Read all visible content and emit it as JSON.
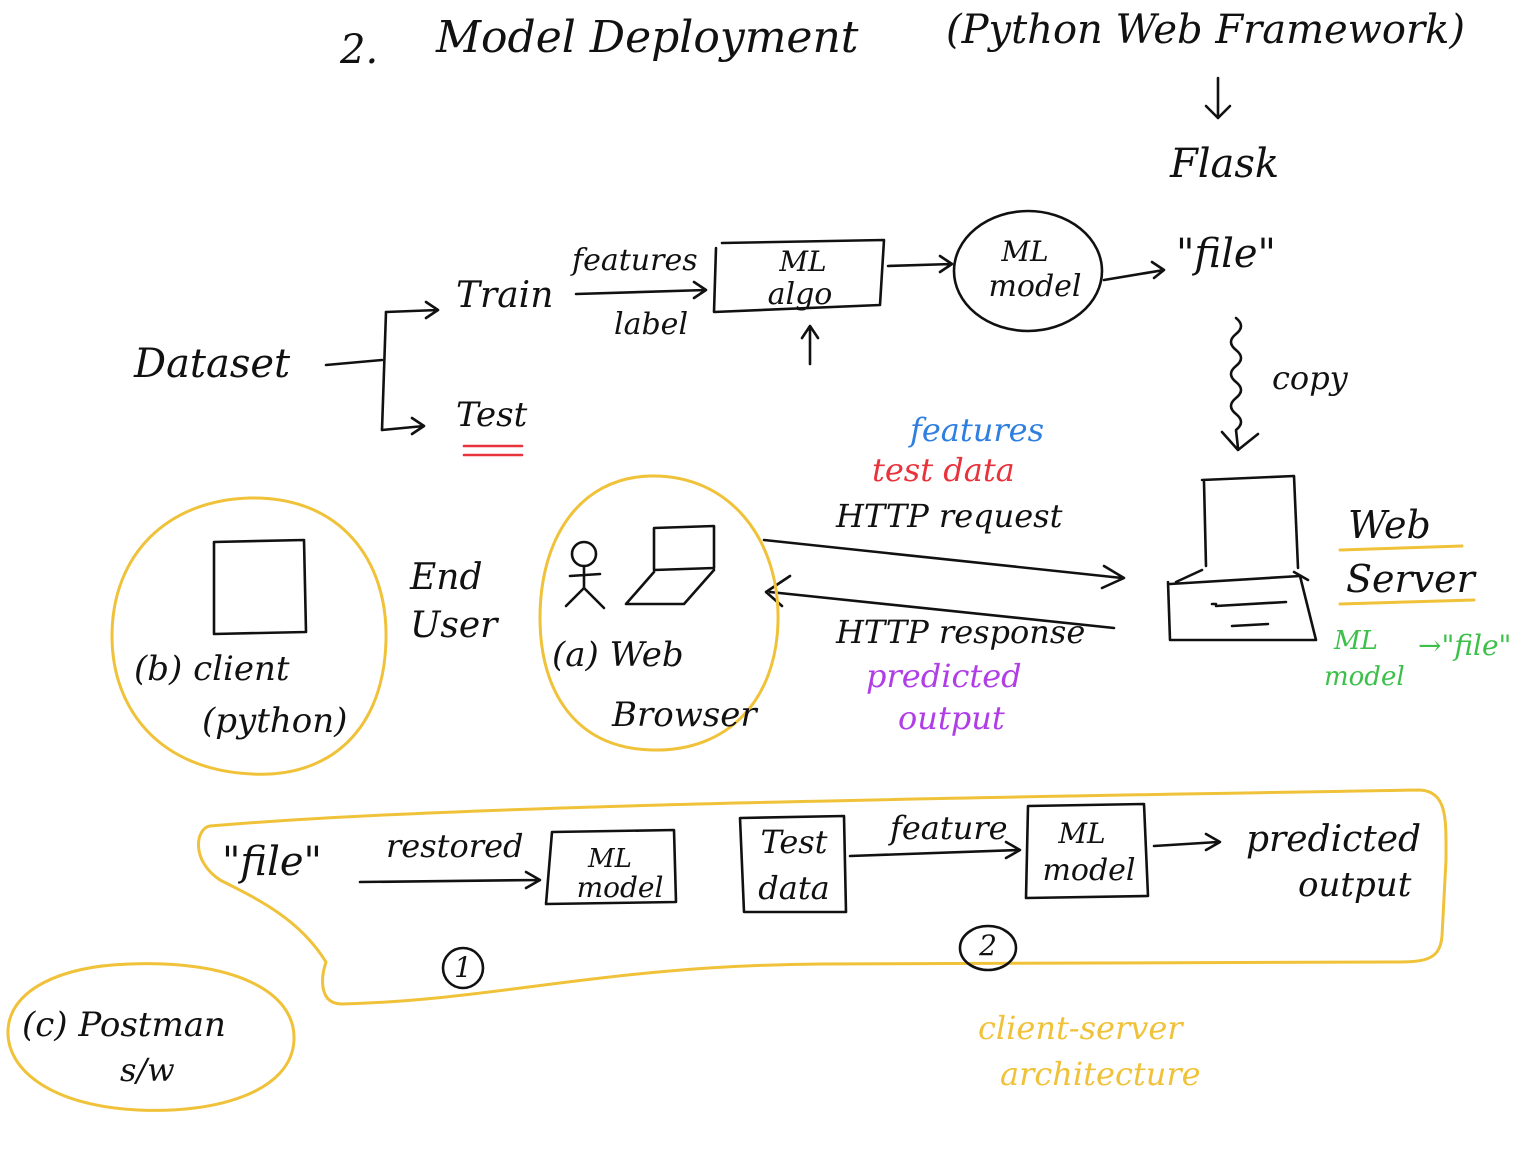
{
  "title": {
    "number": "2.",
    "main": "Model Deployment",
    "paren": "(Python Web Framework)"
  },
  "flask": "Flask",
  "top_flow": {
    "dataset": "Dataset",
    "train": "Train",
    "test": "Test",
    "features": "features",
    "label": "label",
    "ml_algo": [
      "ML",
      "algo"
    ],
    "ml_model": [
      "ML",
      "model"
    ],
    "file": "\"file\"",
    "copy": "copy"
  },
  "web_server": {
    "line1": "Web",
    "line2": "Server",
    "note_model": [
      "ML",
      "model"
    ],
    "note_arrow_file": "→\"file\""
  },
  "http": {
    "request_features": "features",
    "request_test_data": "test data",
    "request": "HTTP request",
    "response": "HTTP response",
    "response_predicted": "predicted",
    "response_output": "output"
  },
  "end_user": [
    "End",
    "User"
  ],
  "clients": {
    "a_label": "(a) Web",
    "a_label2": "Browser",
    "b_label": "(b)  client",
    "b_label2": "(python)",
    "c_label": "(c) Postman",
    "c_label2": "s/w"
  },
  "bottom_flow": {
    "file": "\"file\"",
    "restored": "restored",
    "ml_model_1": [
      "ML",
      "model"
    ],
    "test_data": [
      "Test",
      "data"
    ],
    "feature": "feature",
    "ml_model_2": [
      "ML",
      "model"
    ],
    "predicted_output": [
      "predicted",
      "output"
    ],
    "step1": "1",
    "step2": "2"
  },
  "architecture_note": [
    "client-server",
    "architecture"
  ],
  "colors": {
    "ink": "#111111",
    "highlight": "#f0c23a",
    "blue": "#2f7fe0",
    "red": "#e8323c",
    "purple": "#b03ee6",
    "green": "#3cc04a"
  }
}
